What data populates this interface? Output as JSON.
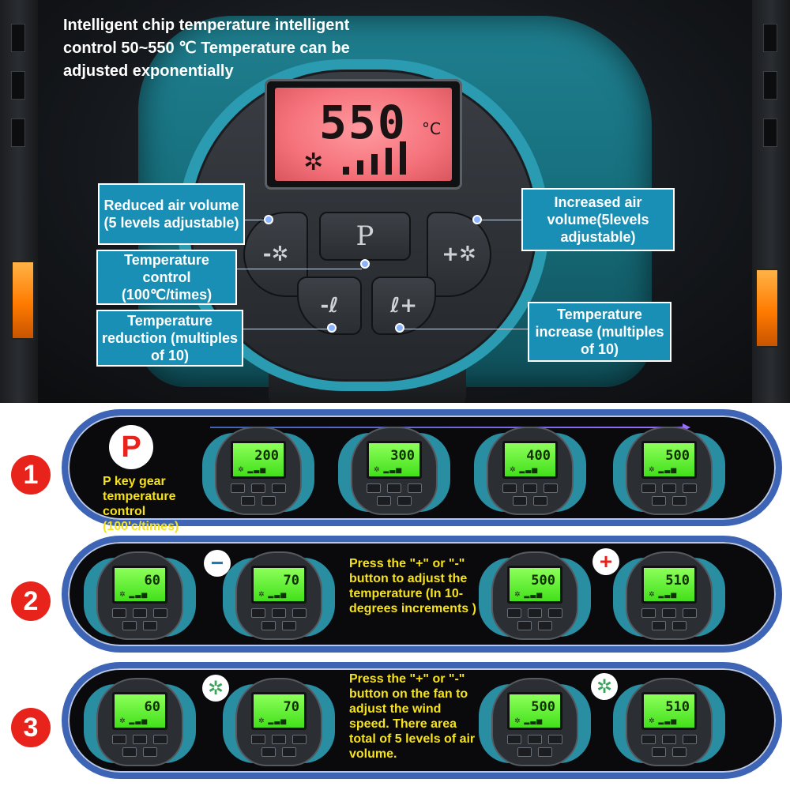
{
  "intro": {
    "line1": "Intelligent chip temperature intelligent",
    "line2": "control 50~550 ℃   Temperature can be",
    "line3": "adjusted exponentially"
  },
  "lcd": {
    "temperature": "550",
    "unit": "°C",
    "fan_icon": "fan-icon",
    "fan_level": 5,
    "fan_levels_total": 5
  },
  "buttons": {
    "p_label": "P",
    "fan_minus_label": "-✲",
    "fan_plus_label": "+✲",
    "temp_minus_label": "-ℓ",
    "temp_plus_label": "ℓ+"
  },
  "callouts": {
    "reduced_air": "Reduced air volume (5 levels adjustable)",
    "increased_air": "Increased air volume(5levels adjustable)",
    "temperature_control": "Temperature control (100℃/times)",
    "temperature_reduction": "Temperature reduction (multiples of 10)",
    "temperature_increase": "Temperature increase (multiples of 10)"
  },
  "step1": {
    "number": "1",
    "badge": "P",
    "description": "P key gear temperature control (100'c/times)",
    "readings": [
      "200",
      "300",
      "400",
      "500"
    ]
  },
  "step2": {
    "number": "2",
    "minus_sign": "−",
    "plus_sign": "+",
    "description": "Press the \"+\" or \"-\" button to adjust the temperature (In 10-degrees increments )",
    "readings": [
      "60",
      "70",
      "500",
      "510"
    ]
  },
  "step3": {
    "number": "3",
    "fan_icon": "fan-icon",
    "description": "Press the \"+\" or \"-\" button on the fan to adjust the wind speed. There area total of 5 levels of air volume.",
    "readings": [
      "60",
      "70",
      "500",
      "510"
    ]
  },
  "colors": {
    "callout_bg": "#1a8fb5",
    "lcd_red": "#f5727b",
    "lcd_green": "#42e01b",
    "strip_border": "#3e64b6",
    "step_red": "#e8231c",
    "yellow_text": "#f6e21a"
  }
}
